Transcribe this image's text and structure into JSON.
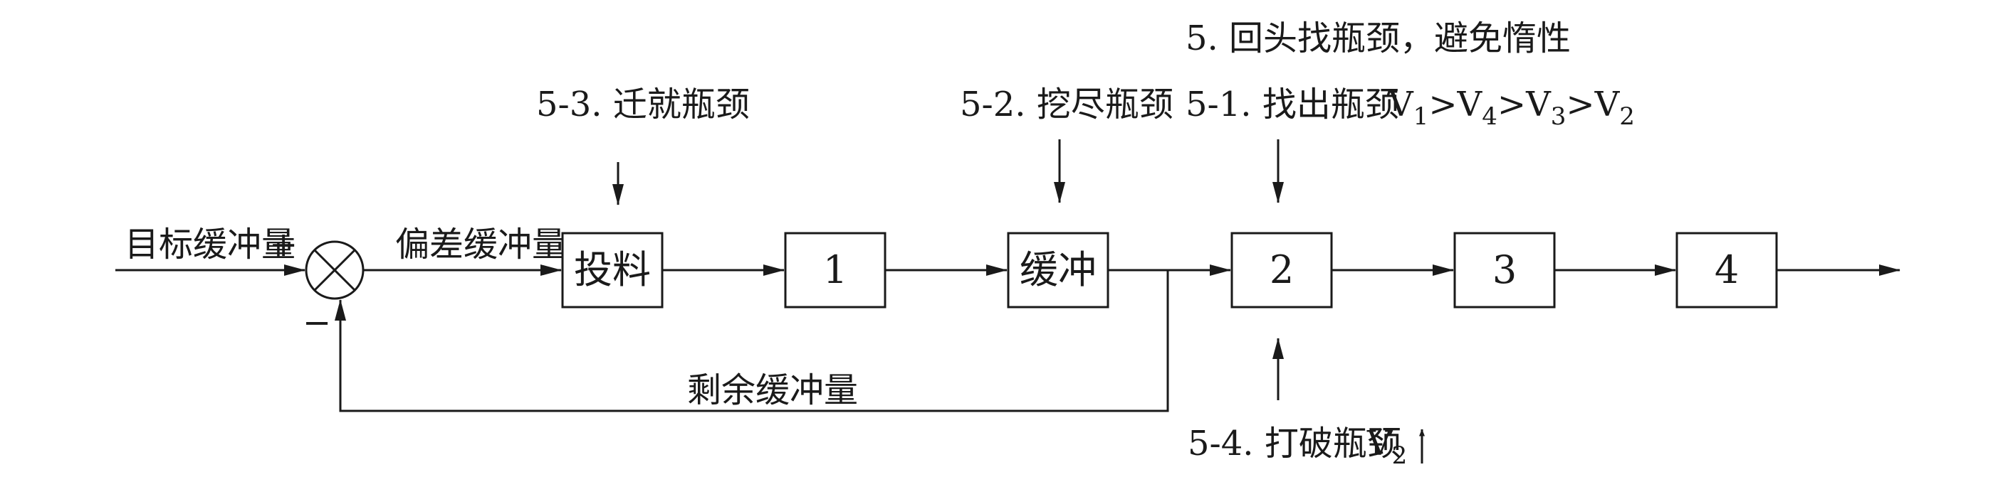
{
  "signals": {
    "target": "目标缓冲量",
    "error": "偏差缓冲量",
    "remaining": "剩余缓冲量",
    "plus": "+",
    "minus": "−"
  },
  "blocks": {
    "feed": "投料",
    "b1": "1",
    "buffer": "缓冲",
    "b2": "2",
    "b3": "3",
    "b4": "4"
  },
  "annotations": {
    "main": "5. 回头找瓶颈，避免惰性",
    "step_5_1": "5-1. 找出瓶颈",
    "step_5_2": "5-2. 挖尽瓶颈",
    "step_5_3": "5-3. 迁就瓶颈",
    "step_5_4": "5-4. 打破瓶颈"
  },
  "velocity": {
    "letter": "V",
    "order": [
      "1",
      "4",
      "3",
      "2"
    ],
    "relation": ">",
    "v2_letter": "V",
    "v2_sub": "2"
  }
}
